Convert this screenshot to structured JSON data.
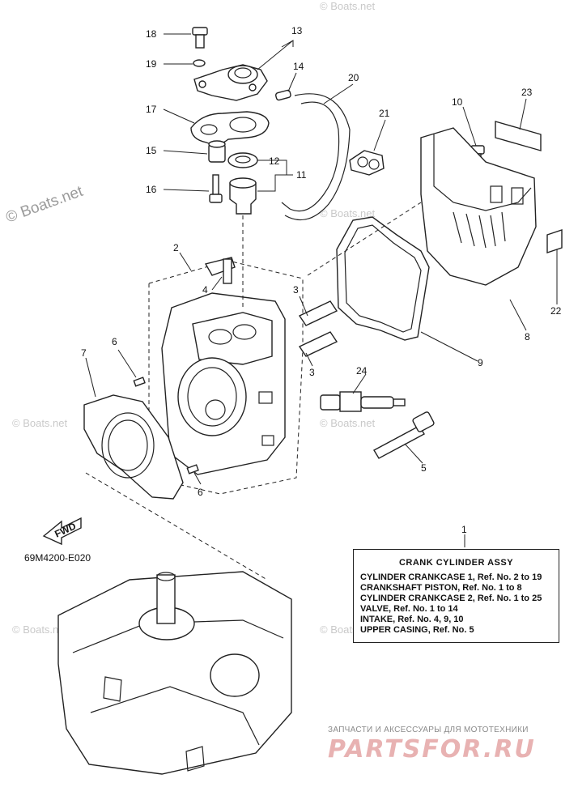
{
  "callouts": [
    "1",
    "2",
    "3",
    "3",
    "4",
    "5",
    "6",
    "6",
    "7",
    "8",
    "9",
    "10",
    "11",
    "12",
    "13",
    "14",
    "15",
    "16",
    "17",
    "18",
    "19",
    "20",
    "21",
    "22",
    "23",
    "24"
  ],
  "diagram_code": "69M4200-E020",
  "fwd_label": "FWD",
  "legend": {
    "title": "CRANK CYLINDER ASSY",
    "rows": [
      "CYLINDER CRANKCASE 1, Ref. No. 2 to 19",
      "CRANKSHAFT PISTON,      Ref. No. 1 to 8",
      "CYLINDER CRANKCASE 2, Ref. No. 1 to 25",
      "VALVE,  Ref. No. 1 to 14",
      "INTAKE, Ref. No. 4, 9, 10",
      "UPPER CASING, Ref. No. 5"
    ]
  },
  "watermark": "© Boats.net",
  "brand": {
    "tagline": "ЗАПЧАСТИ И АКСЕССУАРЫ ДЛЯ МОТОТЕХНИКИ",
    "name": "PARTSFOR.RU",
    "color": "#e8b2b2"
  }
}
